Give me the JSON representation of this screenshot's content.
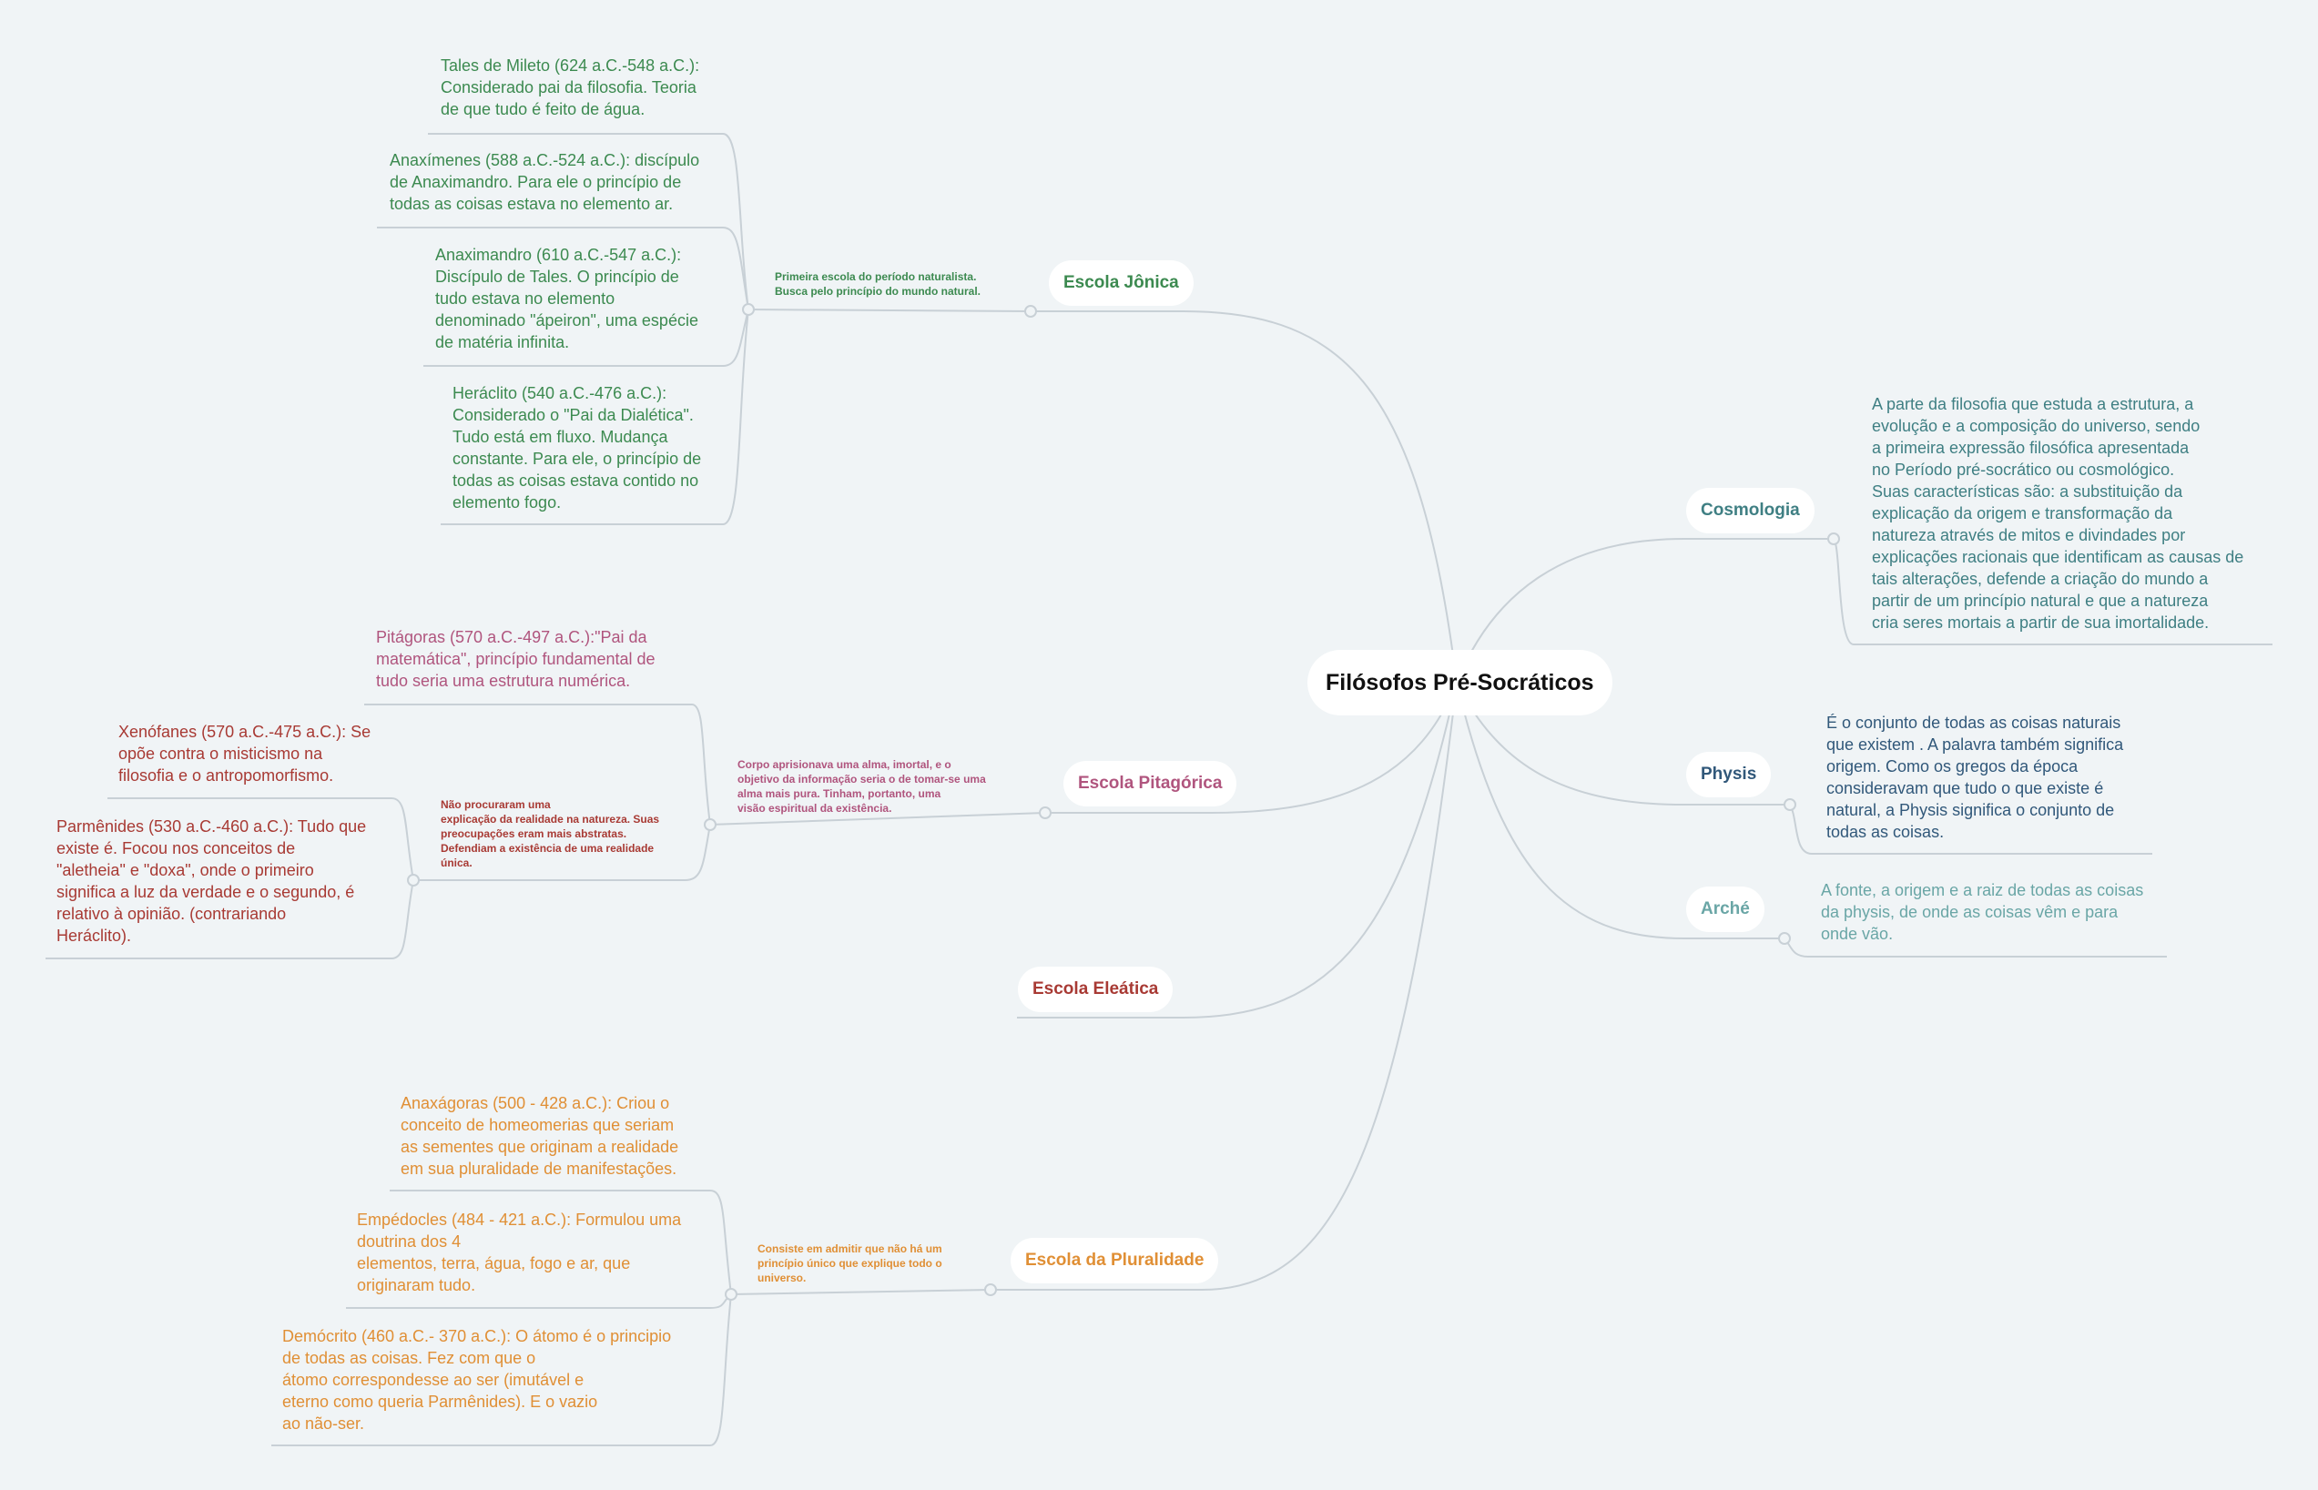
{
  "root": {
    "label": "Filósofos Pré-Socráticos"
  },
  "colors": {
    "jonica": "#3c8a50",
    "pitagorica": "#b0557e",
    "eleatica": "#a83a34",
    "pluralidade": "#e08f35",
    "cosmologia": "#3f7f83",
    "physis": "#31587a",
    "arche": "#6aa6a6",
    "connector": "#c8d0d6",
    "background": "#f0f4f6"
  },
  "left": {
    "jonica": {
      "label": "Escola Jônica",
      "summary": "Primeira escola do período naturalista.\nBusca pelo princípio do mundo natural.",
      "items": [
        "Tales de Mileto (624 a.C.-548 a.C.):\nConsiderado pai da filosofia. Teoria\nde que tudo é feito de água.",
        "Anaxímenes (588 a.C.-524 a.C.): discípulo\nde Anaximandro. Para ele  o princípio de\ntodas as coisas estava no elemento ar.",
        "Anaximandro (610 a.C.-547 a.C.):\nDiscípulo de Tales. O princípio de\ntudo estava no elemento\ndenominado \"ápeiron\", uma espécie\nde matéria infinita.",
        "Heráclito (540 a.C.-476 a.C.):\nConsiderado o \"Pai da Dialética\".\nTudo está em fluxo.  Mudança\nconstante. Para ele, o princípio de\ntodas as coisas estava contido no\nelemento fogo."
      ]
    },
    "pitagorica": {
      "label": "Escola Pitagórica",
      "summary": "Corpo aprisionava uma alma, imortal, e o\nobjetivo da informação seria o de tomar-se uma\nalma mais pura. Tinham, portanto, uma\nvisão espiritual da existência.",
      "item": "Pitágoras (570 a.C.-497 a.C.):\"Pai da\nmatemática\", princípio fundamental de\ntudo  seria uma estrutura numérica.",
      "sub": {
        "summary": "Não procuraram uma\nexplicação da realidade na natureza. Suas\npreocupações eram mais abstratas.\nDefendiam a existência de uma realidade\núnica.",
        "items": [
          "Xenófanes (570 a.C.-475 a.C.): Se\nopõe  contra o misticismo na\nfilosofia e o antropomorfismo.",
          "Parmênides (530 a.C.-460 a.C.): Tudo que\nexiste é. Focou nos conceitos de\n\"aletheia\" e \"doxa\", onde o primeiro\nsignifica a luz da verdade e o segundo, é\nrelativo à opinião. (contrariando\nHeráclito)."
        ]
      }
    },
    "eleatica": {
      "label": "Escola Eleática"
    },
    "pluralidade": {
      "label": "Escola da Pluralidade",
      "summary": "Consiste em admitir que não há um\nprincípio único que explique todo o\nuniverso.",
      "items": [
        "Anaxágoras (500 - 428 a.C.): Criou o\nconceito de  homeomerias que seriam\nas sementes que  originam a realidade\nem sua pluralidade  de manifestações.",
        "Empédocles (484 - 421 a.C.): Formulou uma\ndoutrina dos 4\nelementos, terra, água, fogo e ar, que\noriginaram tudo.",
        "Demócrito (460 a.C.- 370 a.C.): O átomo é o principio\nde todas as coisas. Fez com que o\nátomo correspondesse ao ser (imutável e\neterno como queria Parmênides). E o vazio\nao não-ser."
      ]
    }
  },
  "right": {
    "cosmologia": {
      "label": "Cosmologia",
      "text": "A parte da filosofia que estuda a estrutura, a\nevolução e a composição do universo, sendo\na primeira expressão filosófica apresentada\nno Período pré-socrático ou cosmológico.\nSuas características são: a substituição da\nexplicação da origem e transformação da\nnatureza através de mitos e divindades por\nexplicações racionais que identificam as causas de\ntais alterações, defende a criação do mundo a\npartir de um princípio natural e que a natureza\ncria seres mortais a partir de sua imortalidade."
    },
    "physis": {
      "label": "Physis",
      "text": "É o  conjunto de todas as coisas naturais\nque existem . A palavra também significa\norigem. Como os gregos da época\nconsideravam que tudo o que existe é\nnatural, a Physis significa o conjunto de\ntodas as coisas."
    },
    "arche": {
      "label": "Arché",
      "text": "A fonte, a origem e a raiz de todas as coisas\nda physis, de onde as coisas vêm e para\nonde vão."
    }
  }
}
